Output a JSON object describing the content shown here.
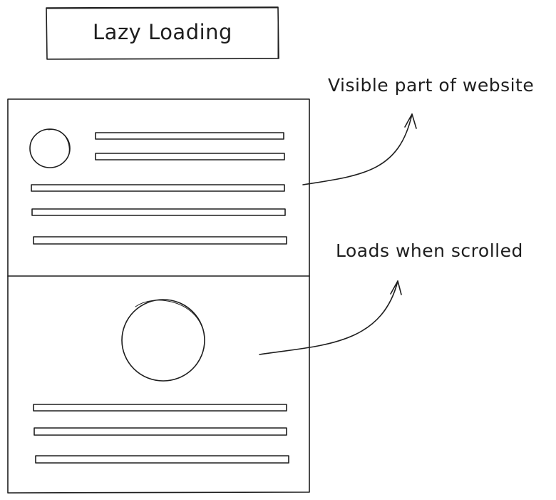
{
  "diagram": {
    "title": "Lazy Loading",
    "labels": {
      "visible_part": "Visible part of website",
      "loads_when_scrolled": "Loads when scrolled"
    },
    "colors": {
      "stroke": "#1e1e1e",
      "background": "#ffffff"
    }
  }
}
